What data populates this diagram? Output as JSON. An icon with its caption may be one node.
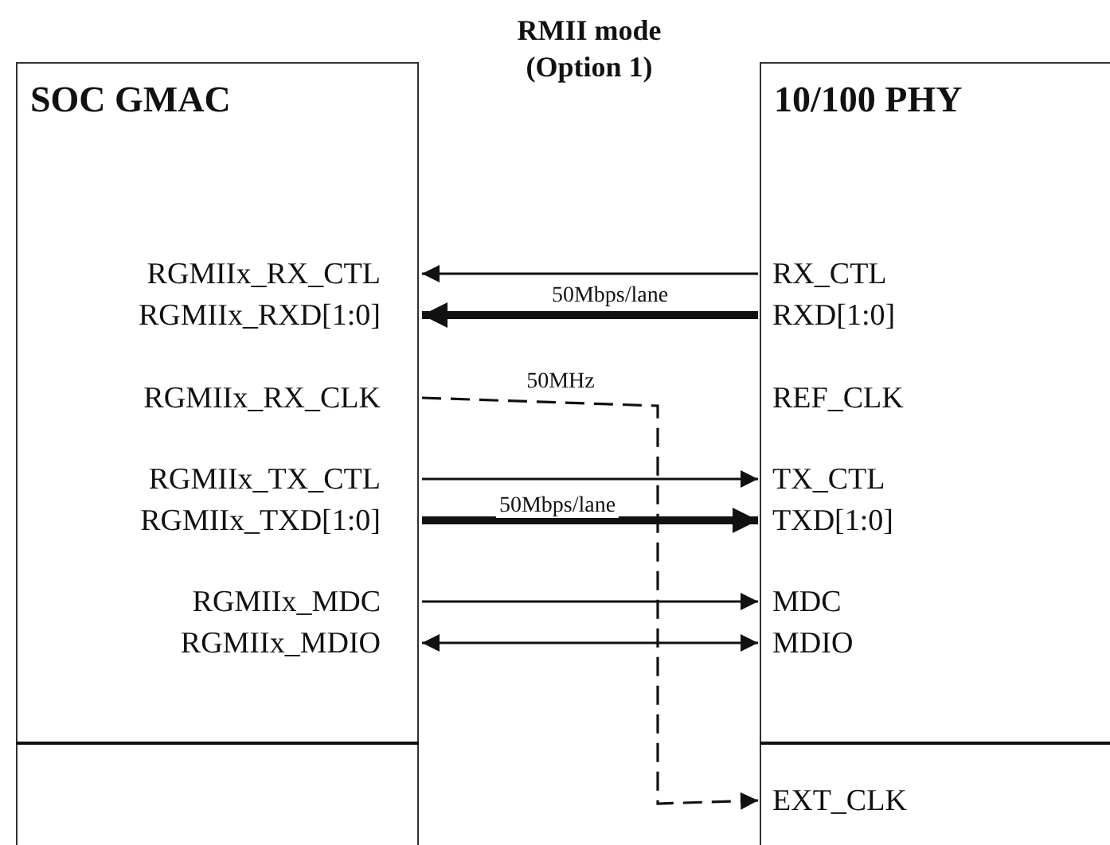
{
  "diagram": {
    "title": "RMII mode (Option 1)",
    "nodes": [
      {
        "text": [
          "SOC GMAC"
        ]
      },
      {
        "text": [
          "10/100 PHY"
        ]
      },
      {
        "text": [
          "RGMIIx_RX_CTL"
        ],
        "in": 0
      },
      {
        "text": [
          "RGMIIx_RXD[1:0]"
        ],
        "in": 0
      },
      {
        "text": [
          "RGMIIx_RX_CLK"
        ],
        "in": 0
      },
      {
        "text": [
          "RGMIIx_TX_CTL"
        ],
        "in": 0
      },
      {
        "text": [
          "RGMIIx_TXD[1:0]"
        ],
        "in": 0
      },
      {
        "text": [
          "RGMIIx_MDC"
        ],
        "in": 0
      },
      {
        "text": [
          "RGMIIx_MDIO"
        ],
        "in": 0
      },
      {
        "text": [
          "RX_CTL"
        ],
        "in": 1
      },
      {
        "text": [
          "RXD[1:0]"
        ],
        "in": 1
      },
      {
        "text": [
          "REF_CLK"
        ],
        "in": 1
      },
      {
        "text": [
          "TX_CTL"
        ],
        "in": 1
      },
      {
        "text": [
          "TXD[1:0]"
        ],
        "in": 1
      },
      {
        "text": [
          "MDC"
        ],
        "in": 1
      },
      {
        "text": [
          "MDIO"
        ],
        "in": 1
      },
      {
        "text": [
          "EXT_CLK"
        ],
        "in": 1
      }
    ],
    "edges": [
      {
        "from": 9,
        "to": 2,
        "arrow": "to"
      },
      {
        "from": 10,
        "to": 3,
        "arrow": "to",
        "label": "50Mbps/lane",
        "style": "thick"
      },
      {
        "from": 4,
        "to": 16,
        "arrow": "to",
        "label": "50MHz",
        "style": "dashed"
      },
      {
        "from": 5,
        "to": 12,
        "arrow": "to"
      },
      {
        "from": 6,
        "to": 13,
        "arrow": "to",
        "label": "50Mbps/lane",
        "style": "thick"
      },
      {
        "from": 7,
        "to": 14,
        "arrow": "to"
      },
      {
        "from": 8,
        "to": 15,
        "arrow": "both"
      }
    ]
  }
}
